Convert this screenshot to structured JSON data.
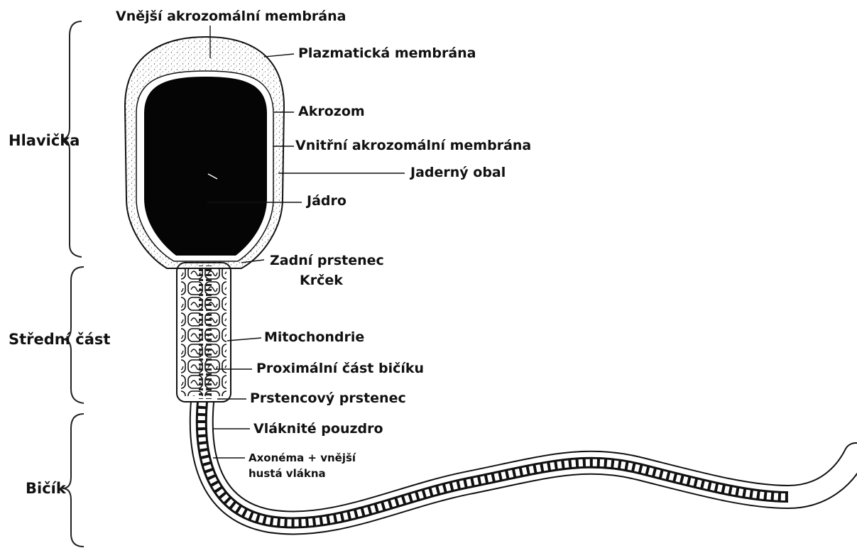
{
  "sections": {
    "head": "Hlavička",
    "midpiece": "Střední část",
    "tail": "Bičík"
  },
  "labels": {
    "outer_acrosomal_membrane": "Vnější akrozomální membrána",
    "plasma_membrane": "Plazmatická membrána",
    "acrosome": "Akrozom",
    "inner_acrosomal_membrane": "Vnitřní akrozomální membrána",
    "nuclear_envelope": "Jaderný obal",
    "nucleus": "Jádro",
    "posterior_ring": "Zadní prstenec",
    "neck": "Krček",
    "mitochondria": "Mitochondrie",
    "proximal_flagellum": "Proximální část bičíku",
    "annulus": "Prstencový prstenec",
    "fibrous_sheath": "Vláknité pouzdro",
    "axoneme_line1": "Axonéma + vnější",
    "axoneme_line2": "hustá vlákna"
  }
}
